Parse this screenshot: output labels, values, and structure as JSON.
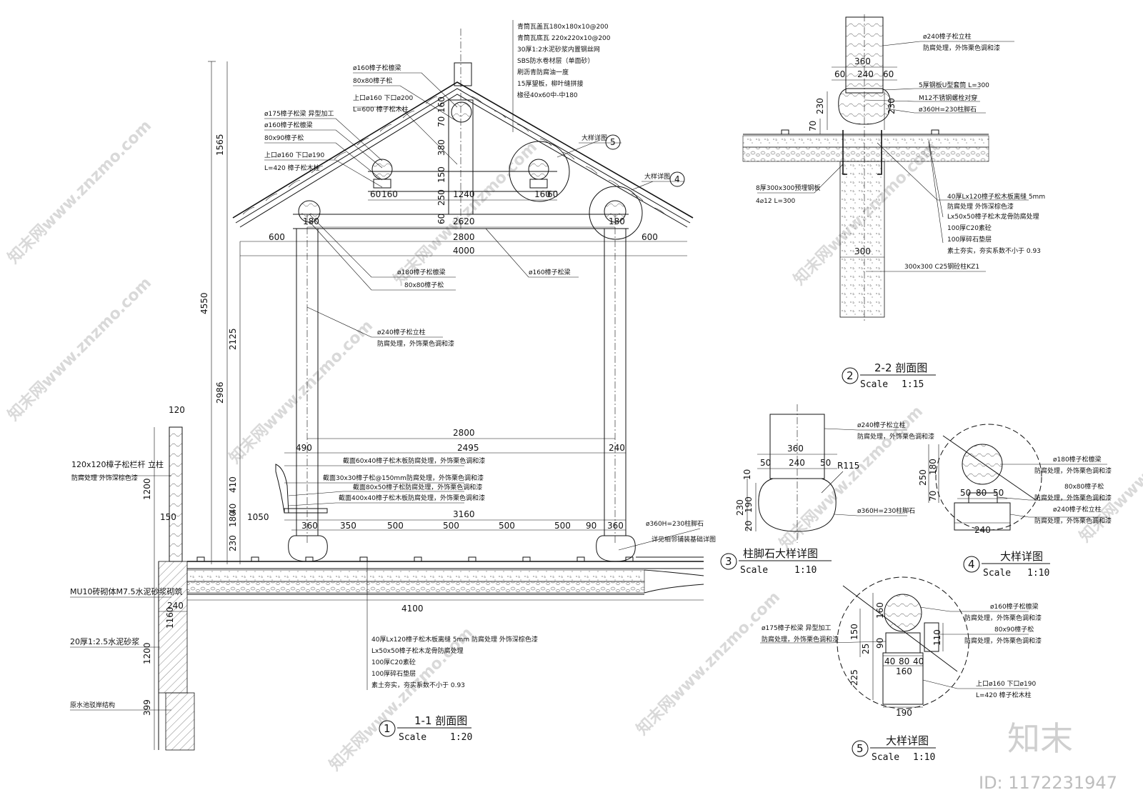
{
  "s1": {
    "num": "1",
    "title": "1-1 剖面图",
    "scale_label": "Scale",
    "scale": "1:20",
    "dims": {
      "d4550": "4550",
      "d1565": "1565",
      "d2986": "2986",
      "d2125": "2125",
      "d410": "410",
      "d180": "180",
      "d40": "40",
      "d230": "230",
      "d1200a": "1200",
      "d1200b": "1200",
      "d1160": "1160",
      "d399": "399",
      "d120": "120",
      "d240w": "240",
      "d150": "150",
      "d1050": "1050",
      "d4100": "4100",
      "d600a": "600",
      "d2800a": "2800",
      "d600b": "600",
      "d4000": "4000",
      "d2620": "2620",
      "d1240": "1240",
      "d60a": "60",
      "d160a": "160",
      "d160b": "160",
      "d60b": "60",
      "d180a": "180",
      "d180b": "180",
      "d150v": "150",
      "d250v": "250",
      "d60v": "60",
      "d380v": "380",
      "d70v": "70",
      "d160v": "160",
      "d2800b": "2800",
      "d490": "490",
      "d2495": "2495",
      "d240b": "240",
      "d3160": "3160",
      "d360a": "360",
      "d350": "350",
      "d500a": "500",
      "d500b": "500",
      "d500c": "500",
      "d500d": "500",
      "d90": "90",
      "d360b": "360"
    },
    "labels": {
      "rt1": "青筒瓦盖瓦180x180x10@200",
      "rt2": "青筒瓦底瓦 220x220x10@200",
      "rt3": "30厚1:2水泥砂浆内置钢丝网",
      "rt4": "SBS防水卷材层（单面砂）",
      "rt5": "刷沥青防腐油一度",
      "rt6": "15厚望板，柳叶缝拼接",
      "rt7": "椽径40x60中-中180",
      "ra1": "ø160樟子松檩梁",
      "ra2": "80x80樟子松",
      "ra3": "上口ø160 下口ø200",
      "ra4": "L=600 樟子松木柱",
      "la1": "ø175樟子松梁 异型加工",
      "la2": "ø160樟子松檩梁",
      "la3": "80x90樟子松",
      "la4": "上口ø160 下口ø190",
      "la5": "L=420 樟子松木柱",
      "ref5": "大样详图",
      "ref4": "大样详图",
      "ref5n": "5",
      "ref4n": "4",
      "m1": "ø180樟子松檩梁",
      "m2": "80x80樟子松",
      "m3": "ø160樟子松梁",
      "m4": "ø240樟子松立柱",
      "m5": "防腐处理，外饰栗色调和漆",
      "b1": "截面60x40樟子松木板防腐处理，外饰栗色调和漆",
      "b2": "截面30x30樟子松@150mm防腐处理，外饰栗色调和漆",
      "b3": "截面80x50樟子松防腐处理，外饰栗色调和漆",
      "b4": "截面400x40樟子松木板防腐处理，外饰栗色调和漆",
      "s1": "ø360H=230柱脚石",
      "s2": "详见相邻铺装基础详图",
      "rl1": "120x120樟子松栏杆  立柱",
      "rl2": "防腐处理  外饰深棕色漆",
      "w1": "MU10砖砌体M7.5水泥砂浆砌筑",
      "w2": "20厚1:2.5水泥砂浆",
      "w3": "原水池驳岸结构",
      "f1": "40厚Lx120樟子松木板离缝 5mm  防腐处理  外饰深棕色漆",
      "f2": "Lx50x50樟子松木龙骨防腐处理",
      "f3": "100厚C20素砼",
      "f4": "100厚碎石垫层",
      "f5": "素土夯实，夯实系数不小于 0.93"
    }
  },
  "s2": {
    "num": "2",
    "title": "2-2 剖面图",
    "scale_label": "Scale",
    "scale": "1:15",
    "dims": {
      "d360": "360",
      "d60a": "60",
      "d240": "240",
      "d60b": "60",
      "d230a": "230",
      "d230b": "230",
      "d70": "70",
      "d300": "300"
    },
    "labels": {
      "a1": "ø240樟子松立柱",
      "a2": "防腐处理，外饰栗色调和漆",
      "a3": "5厚钢板U型套筒 L=300",
      "a4": "M12不锈钢螺栓对穿",
      "a5": "ø360H=230柱脚石",
      "a6": "8厚300x300预埋钢板",
      "a7": "4⌀12 L=300",
      "a8": "40厚Lx120樟子松木板离缝 5mm",
      "a9": "防腐处理  外饰深棕色漆",
      "a10": "Lx50x50樟子松木龙骨防腐处理",
      "a11": "100厚C20素砼",
      "a12": "100厚碎石垫层",
      "a13": "素土夯实，夯实系数不小于 0.93",
      "a14": "300x300 C25钢砼柱KZ1"
    }
  },
  "s3": {
    "num": "3",
    "title": "柱脚石大样详图",
    "scale_label": "Scale",
    "scale": "1:10",
    "dims": {
      "d360": "360",
      "d50a": "50",
      "d240": "240",
      "d50b": "50",
      "d10": "10",
      "d230": "230",
      "d190": "190",
      "d20": "20",
      "r115": "R115"
    },
    "labels": {
      "a1": "ø240樟子松立柱",
      "a2": "防腐处理，外饰栗色调和漆",
      "a3": "ø360H=230柱脚石"
    }
  },
  "s4": {
    "num": "4",
    "title": "大样详图",
    "scale_label": "Scale",
    "scale": "1:10",
    "dims": {
      "d250": "250",
      "d180": "180",
      "d70": "70",
      "d50a": "50",
      "d80": "80",
      "d50b": "50",
      "d240": "240"
    },
    "labels": {
      "a1": "ø180樟子松檩梁",
      "a2": "防腐处理，外饰栗色调和漆",
      "a3": "80x80樟子松",
      "a4": "防腐处理，外饰栗色调和漆",
      "a5": "ø240樟子松立柱",
      "a6": "防腐处理，外饰栗色调和漆"
    }
  },
  "s5": {
    "num": "5",
    "title": "大样详图",
    "scale_label": "Scale",
    "scale": "1:10",
    "dims": {
      "d160": "160",
      "d150": "150",
      "d90": "90",
      "d25": "25",
      "d225": "225",
      "d110": "110",
      "d40a": "40",
      "d80": "80",
      "d40b": "40",
      "d160b": "160",
      "d190": "190"
    },
    "labels": {
      "a1": "ø175樟子松梁  异型加工",
      "a2": "防腐处理，外饰栗色调和漆",
      "a3": "ø160樟子松檩梁",
      "a4": "防腐处理，外饰栗色调和漆",
      "a5": "80x90樟子松",
      "a6": "防腐处理，外饰栗色调和漆",
      "a7": "上口ø160 下口ø190",
      "a8": "L=420 樟子松木柱"
    }
  },
  "watermark": {
    "text": "知末网www.znzmo.com",
    "logo": "知末",
    "id": "ID: 1172231947"
  }
}
